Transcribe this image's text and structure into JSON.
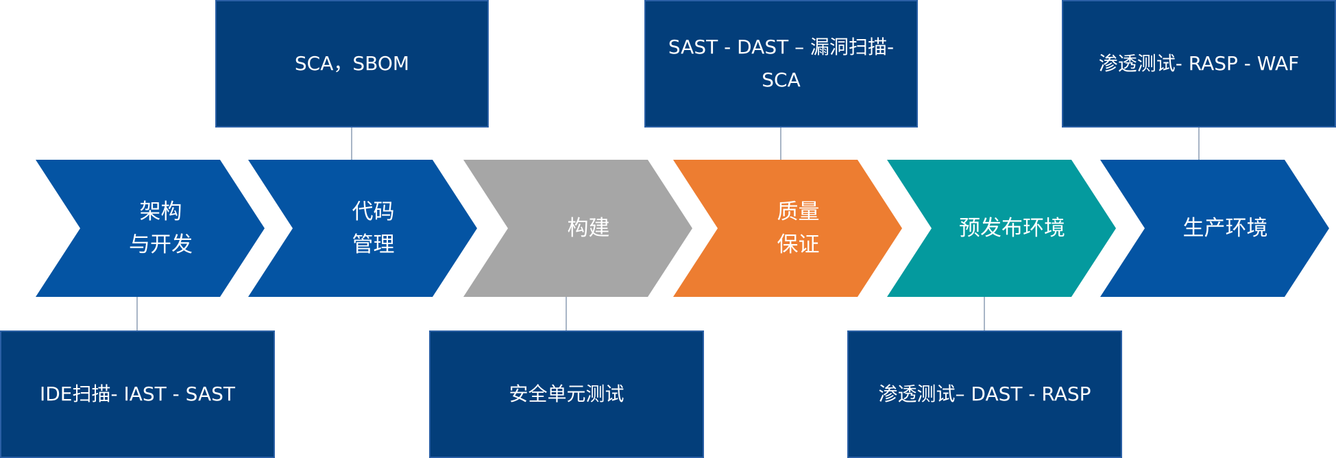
{
  "colors": {
    "box": "#033e7a",
    "box_border": "#2a5fa5",
    "connector": "#a8b5c6",
    "text": "#ffffff"
  },
  "stages": [
    {
      "label": "架构\n与开发",
      "color": "#0454a3"
    },
    {
      "label": "代码\n管理",
      "color": "#0454a3"
    },
    {
      "label": "构建",
      "color": "#a6a6a6"
    },
    {
      "label": "质量\n保证",
      "color": "#ed7d31"
    },
    {
      "label": "预发布环境",
      "color": "#049a9e"
    },
    {
      "label": "生产环境",
      "color": "#0454a3"
    }
  ],
  "boxes": {
    "top": [
      {
        "text": "SCA，SBOM",
        "stage": 1
      },
      {
        "text": "SAST - DAST – 漏洞扫描-SCA",
        "stage": 3
      },
      {
        "text": "渗透测试- RASP - WAF",
        "stage": 5
      }
    ],
    "bottom": [
      {
        "text": "IDE扫描- IAST - SAST",
        "stage": 0
      },
      {
        "text": "安全单元测试",
        "stage": 2
      },
      {
        "text": "渗透测试– DAST - RASP",
        "stage": 4
      }
    ]
  }
}
